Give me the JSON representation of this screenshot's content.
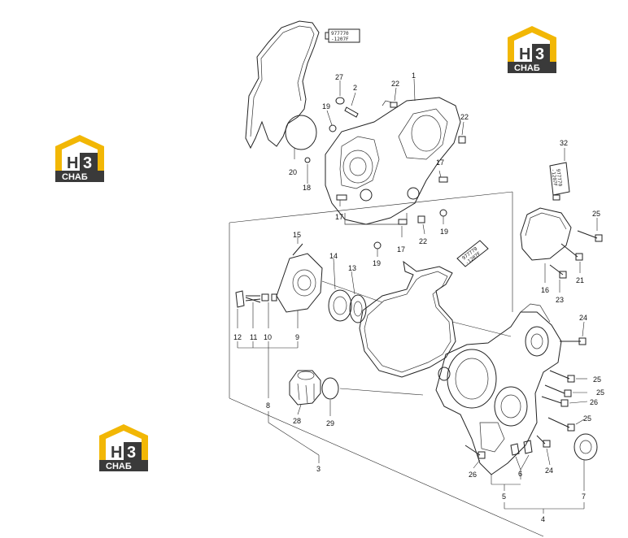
{
  "logo": {
    "mark": "H3",
    "letter_h": "H",
    "letter_3": "3",
    "caption": "СНАБ",
    "color_yellow": "#f2b705",
    "color_dark": "#3a3a3a"
  },
  "tube": {
    "line1": "977770",
    "line2": "-1207F"
  },
  "tube32": {
    "line1": "977770",
    "line2": "-1207F"
  },
  "tube_mid": {
    "line1": "977770",
    "line2": "-1207F"
  },
  "callouts": [
    "1",
    "2",
    "3",
    "4",
    "5",
    "6",
    "7",
    "8",
    "9",
    "10",
    "11",
    "12",
    "13",
    "14",
    "15",
    "16",
    "17",
    "18",
    "19",
    "20",
    "21",
    "22",
    "23",
    "24",
    "25",
    "26",
    "27",
    "28",
    "29",
    "32"
  ]
}
